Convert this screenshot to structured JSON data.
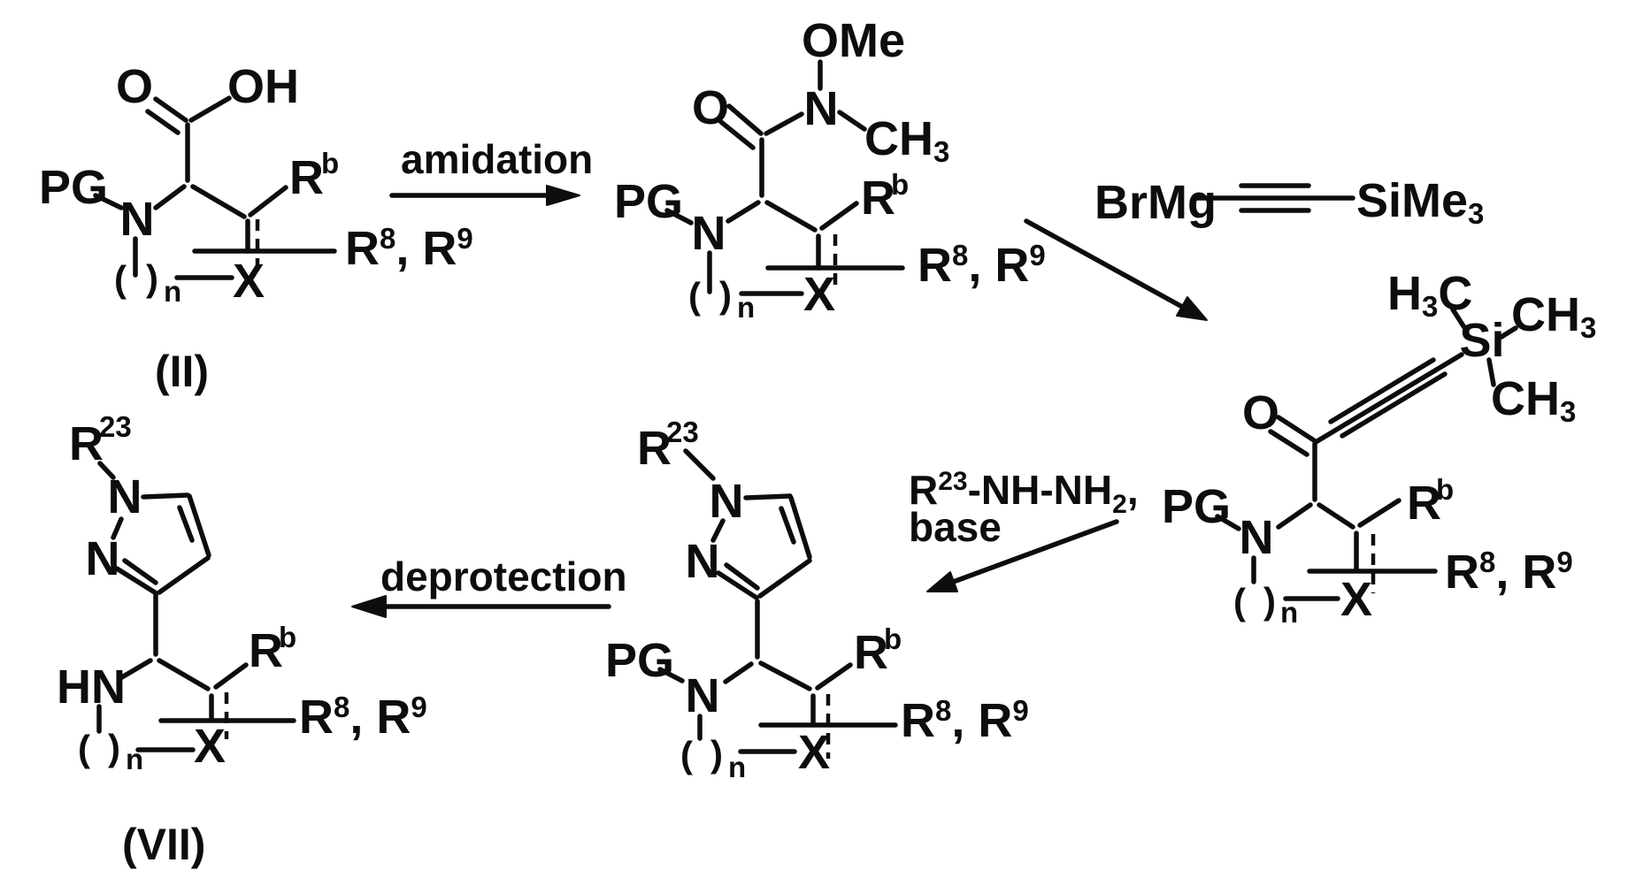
{
  "figure": {
    "background": "#ffffff",
    "ink": "#0d0d0d",
    "description_visible_text_only": true
  },
  "atoms": {
    "O": "O",
    "OH": "OH",
    "OMe": "OMe",
    "PG": "PG",
    "N": "N",
    "HN": "HN",
    "X": "X",
    "n_sub": "n",
    "R": "R",
    "b": "b",
    "eight": "8",
    "nine": "9",
    "two_three": "23",
    "comma_R": ", R",
    "CH": "CH",
    "three": "3",
    "H": "H",
    "C": "C",
    "Si": "Si",
    "SiMe": "SiMe",
    "BrMg": "BrMg",
    "open_paren": "(",
    "close_paren": ")"
  },
  "labels": {
    "II": "(II)",
    "VII": "(VII)"
  },
  "steps": {
    "amidation": "amidation",
    "deprotection": "deprotection",
    "base": "base",
    "hydrazine_R": "R",
    "hydrazine_sup": "23",
    "hydrazine_chain": "-NH-NH",
    "hydrazine_sub": "2",
    "hydrazine_comma": ","
  }
}
